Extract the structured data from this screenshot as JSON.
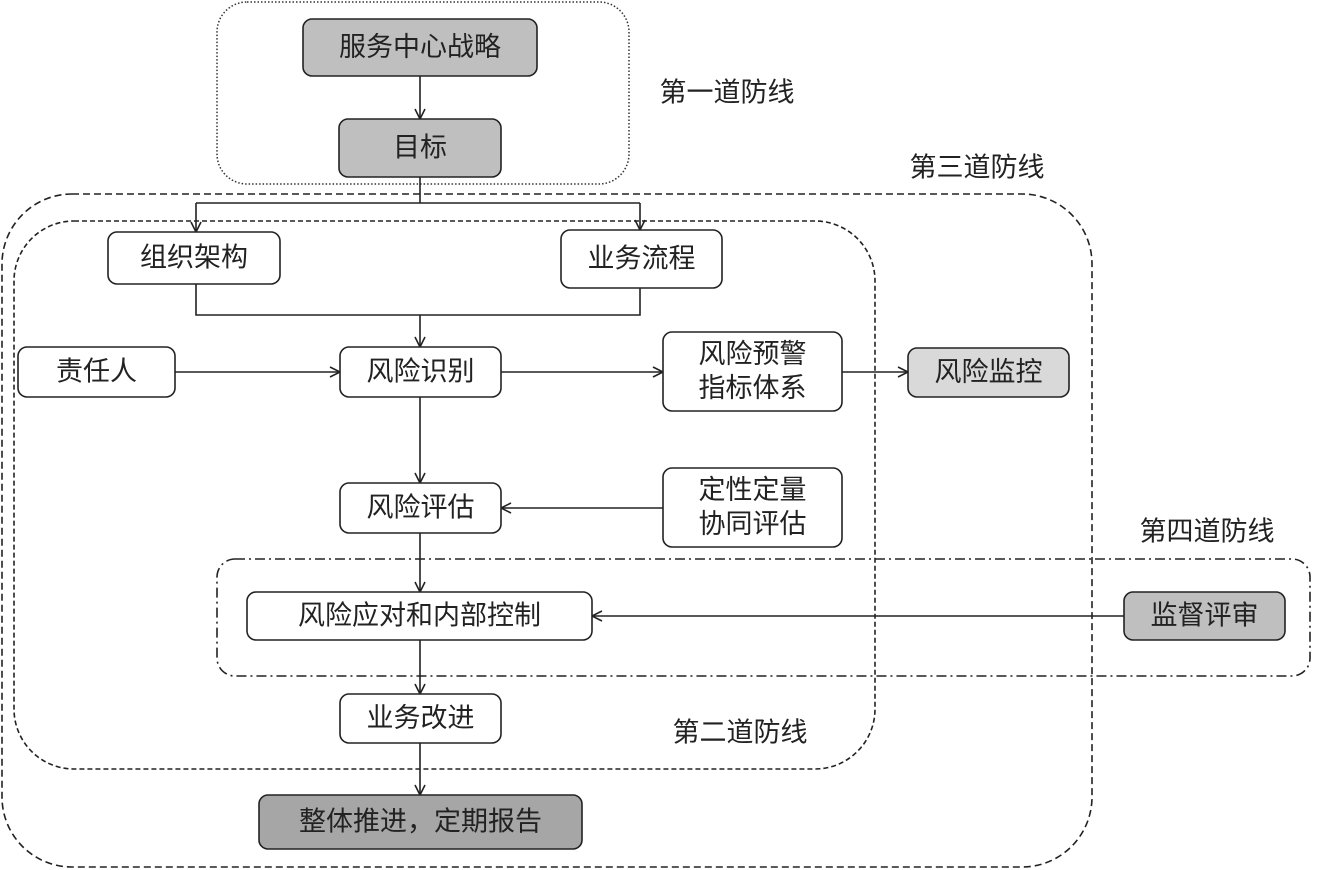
{
  "colors": {
    "gray_dark": "#a6a6a6",
    "gray_mid": "#bfbfbf",
    "gray_light": "#d9d9d9",
    "white": "#ffffff",
    "line": "#222222"
  },
  "regions": {
    "first": "第一道防线",
    "second": "第二道防线",
    "third": "第三道防线",
    "fourth": "第四道防线"
  },
  "nodes": {
    "strategy": {
      "lines": [
        "服务中心战略"
      ],
      "fill": "gray_mid"
    },
    "goal": {
      "lines": [
        "目标"
      ],
      "fill": "gray_mid"
    },
    "org": {
      "lines": [
        "组织架构"
      ],
      "fill": "white"
    },
    "process": {
      "lines": [
        "业务流程"
      ],
      "fill": "white"
    },
    "owner": {
      "lines": [
        "责任人"
      ],
      "fill": "white"
    },
    "identify": {
      "lines": [
        "风险识别"
      ],
      "fill": "white"
    },
    "warning": {
      "lines": [
        "风险预警",
        "指标体系"
      ],
      "fill": "white"
    },
    "monitor": {
      "lines": [
        "风险监控"
      ],
      "fill": "gray_light"
    },
    "assess": {
      "lines": [
        "风险评估"
      ],
      "fill": "white"
    },
    "qualquant": {
      "lines": [
        "定性定量",
        "协同评估"
      ],
      "fill": "white"
    },
    "response": {
      "lines": [
        "风险应对和内部控制"
      ],
      "fill": "white"
    },
    "review": {
      "lines": [
        "监督评审"
      ],
      "fill": "gray_mid"
    },
    "improve": {
      "lines": [
        "业务改进"
      ],
      "fill": "white"
    },
    "report": {
      "lines": [
        "整体推进，定期报告"
      ],
      "fill": "gray_dark"
    }
  }
}
